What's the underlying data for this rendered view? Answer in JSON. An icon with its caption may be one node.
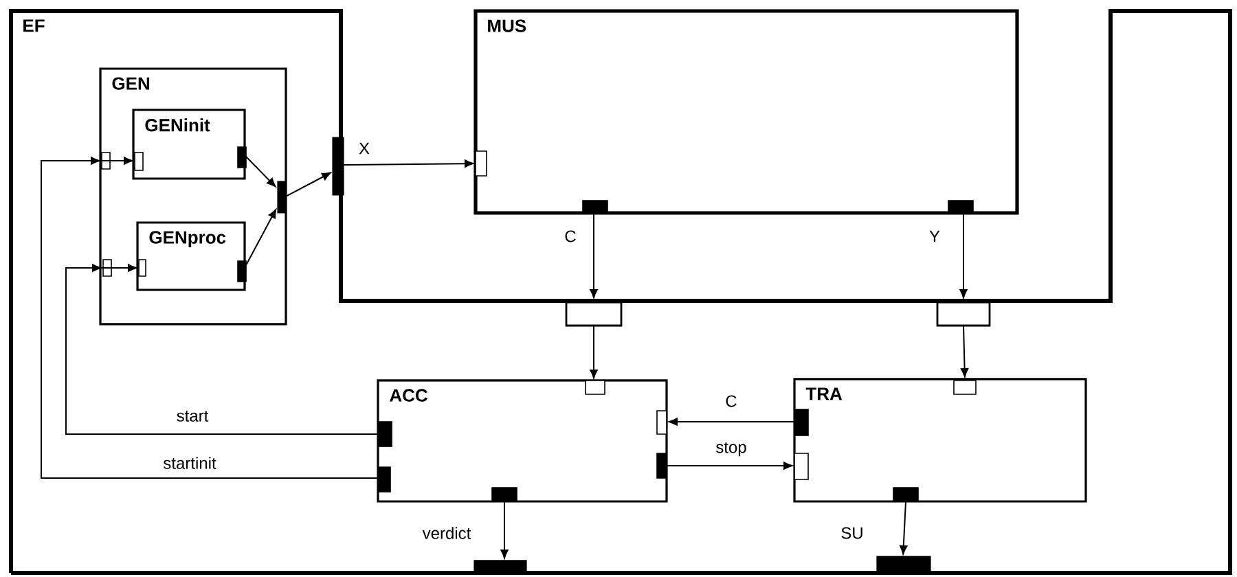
{
  "diagram": {
    "nodes": [
      {
        "text": [
          "EF"
        ]
      },
      {
        "text": [
          "GEN"
        ],
        "in": 0
      },
      {
        "text": [
          "GENinit"
        ],
        "in": 1
      },
      {
        "text": [
          "GENproc"
        ],
        "in": 1
      },
      {
        "text": [],
        "shape": "bar",
        "in": 1
      },
      {
        "text": [
          "MUS"
        ]
      },
      {
        "text": [],
        "shape": "bar",
        "in": 0
      },
      {
        "text": [],
        "shape": "box",
        "in": 0
      },
      {
        "text": [],
        "shape": "box",
        "in": 0
      },
      {
        "text": [
          "ACC"
        ],
        "in": 0
      },
      {
        "text": [
          "TRA"
        ],
        "in": 0
      },
      {
        "text": [],
        "shape": "bar",
        "in": 0
      },
      {
        "text": [],
        "shape": "bar",
        "in": 0
      }
    ],
    "edges": [
      {
        "from": 2,
        "to": 4,
        "arrow": "to"
      },
      {
        "from": 3,
        "to": 4,
        "arrow": "to"
      },
      {
        "from": 4,
        "to": 6,
        "arrow": "to"
      },
      {
        "from": 6,
        "to": 5,
        "arrow": "to",
        "label": "X"
      },
      {
        "from": 5,
        "to": 7,
        "arrow": "to",
        "label": "C"
      },
      {
        "from": 5,
        "to": 8,
        "arrow": "to",
        "label": "Y"
      },
      {
        "from": 7,
        "to": 9,
        "arrow": "to"
      },
      {
        "from": 8,
        "to": 10,
        "arrow": "to"
      },
      {
        "from": 10,
        "to": 9,
        "arrow": "to",
        "label": "C"
      },
      {
        "from": 9,
        "to": 10,
        "arrow": "to",
        "label": "stop"
      },
      {
        "from": 9,
        "to": 3,
        "arrow": "to",
        "label": "start"
      },
      {
        "from": 9,
        "to": 2,
        "arrow": "to",
        "label": "startinit"
      },
      {
        "from": 9,
        "to": 11,
        "arrow": "to",
        "label": "verdict"
      },
      {
        "from": 10,
        "to": 12,
        "arrow": "to",
        "label": "SU"
      }
    ]
  }
}
